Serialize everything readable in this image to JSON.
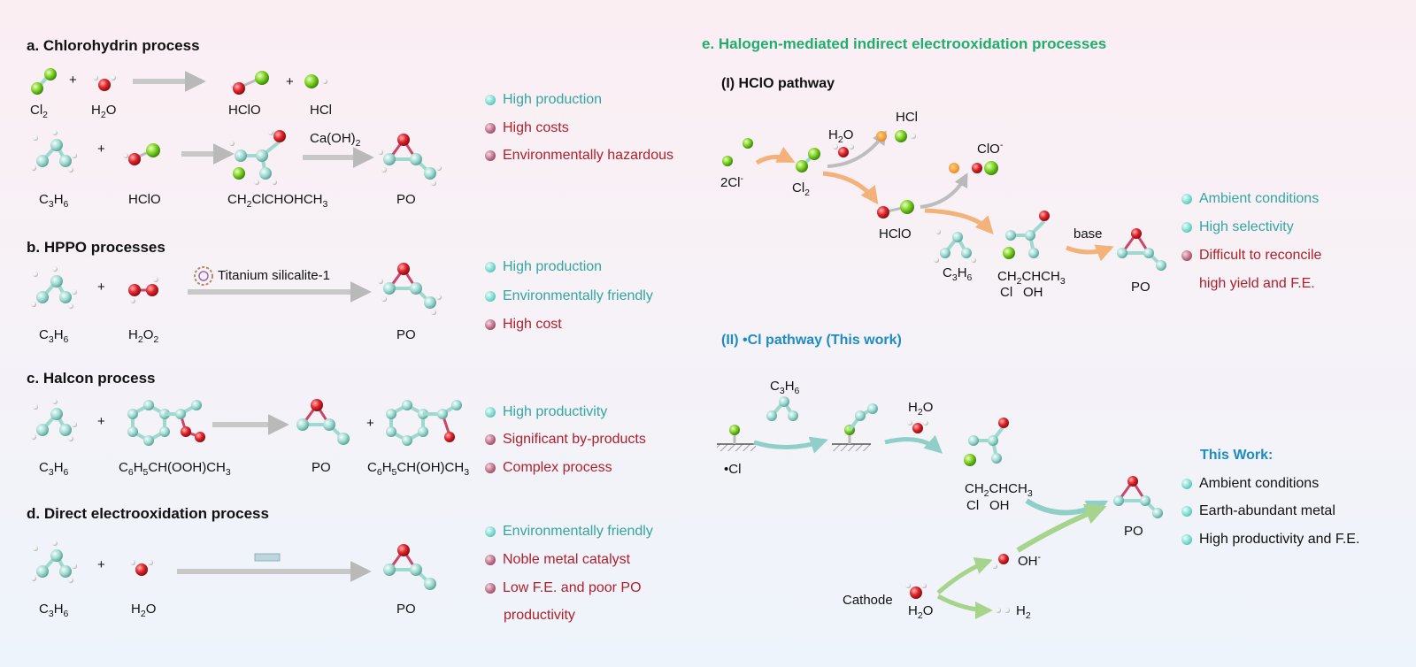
{
  "sections": {
    "a": {
      "title": "a. Chlorohydrin process",
      "labels": {
        "cl2": "Cl",
        "cl2_sub": "2",
        "h2o": "H",
        "h2o_sub": "2",
        "h2o_tail": "O",
        "hclo": "HClO",
        "hcl": "HCl",
        "c3h6_1": "C",
        "c3h6_sub1": "3",
        "c3h6_2": "H",
        "c3h6_sub2": "6",
        "hclo2": "HClO",
        "chc_1": "CH",
        "chc_sub": "2",
        "chc_2": "ClCHOHCH",
        "chc_sub2": "3",
        "po": "PO",
        "caoh": "Ca(OH)",
        "caoh_sub": "2"
      },
      "points": [
        {
          "text": "High production",
          "tone": "teal"
        },
        {
          "text": "High costs",
          "tone": "red"
        },
        {
          "text": "Environmentally hazardous",
          "tone": "red"
        }
      ]
    },
    "b": {
      "title": "b. HPPO processes",
      "labels": {
        "c3h6_1": "C",
        "c3h6_sub1": "3",
        "c3h6_2": "H",
        "c3h6_sub2": "6",
        "h2o2_1": "H",
        "h2o2_sub1": "2",
        "h2o2_2": "O",
        "h2o2_sub2": "2",
        "po": "PO",
        "catalyst": "Titanium silicalite-1"
      },
      "points": [
        {
          "text": "High production",
          "tone": "teal"
        },
        {
          "text": "Environmentally friendly",
          "tone": "teal"
        },
        {
          "text": "High cost",
          "tone": "red"
        }
      ]
    },
    "c": {
      "title": "c. Halcon process",
      "labels": {
        "c3h6_1": "C",
        "c3h6_sub1": "3",
        "c3h6_2": "H",
        "c3h6_sub2": "6",
        "eb_1": "C",
        "eb_sub1": "6",
        "eb_2": "H",
        "eb_sub2": "5",
        "eb_3": "CH(OOH)CH",
        "eb_sub3": "3",
        "po": "PO",
        "pe_1": "C",
        "pe_sub1": "6",
        "pe_2": "H",
        "pe_sub2": "5",
        "pe_3": "CH(OH)CH",
        "pe_sub3": "3"
      },
      "points": [
        {
          "text": "High productivity",
          "tone": "teal"
        },
        {
          "text": "Significant by-products",
          "tone": "red"
        },
        {
          "text": "Complex process",
          "tone": "red"
        }
      ]
    },
    "d": {
      "title": "d. Direct electrooxidation process",
      "labels": {
        "c3h6_1": "C",
        "c3h6_sub1": "3",
        "c3h6_2": "H",
        "c3h6_sub2": "6",
        "h2o_1": "H",
        "h2o_sub": "2",
        "h2o_2": "O",
        "po": "PO"
      },
      "points": [
        {
          "text": "Environmentally friendly",
          "tone": "teal"
        },
        {
          "text": "Noble metal catalyst",
          "tone": "red"
        },
        {
          "text": "Low F.E. and poor PO",
          "tone": "red"
        },
        {
          "text": "productivity",
          "tone": "red"
        }
      ]
    },
    "e": {
      "title": "e. Halogen-mediated indirect electrooxidation processes",
      "pathway1": {
        "title": "(I) HClO pathway",
        "labels": {
          "cl_minus": "2Cl",
          "minus": "-",
          "cl2_1": "Cl",
          "cl2_sub": "2",
          "h2o_1": "H",
          "h2o_sub": "2",
          "h2o_2": "O",
          "hcl": "HCl",
          "clo": "ClO",
          "clo_minus": "-",
          "hclo": "HClO",
          "c3h6_1": "C",
          "c3h6_sub1": "3",
          "c3h6_2": "H",
          "c3h6_sub2": "6",
          "chlorohydrin_top_1": "CH",
          "chlorohydrin_top_sub": "2",
          "chlorohydrin_top_2": "CHCH",
          "chlorohydrin_top_sub2": "3",
          "chlorohydrin_cl": "Cl",
          "chlorohydrin_oh": "OH",
          "base": "base",
          "po": "PO"
        },
        "points": [
          {
            "text": "Ambient conditions",
            "tone": "teal"
          },
          {
            "text": "High selectivity",
            "tone": "teal"
          },
          {
            "text": "Difficult to reconcile",
            "tone": "red"
          },
          {
            "text": "high yield and F.E.",
            "tone": "red"
          }
        ]
      },
      "pathway2": {
        "title": "(II) •Cl pathway (This work)",
        "labels": {
          "c3h6_1": "C",
          "c3h6_sub1": "3",
          "c3h6_2": "H",
          "c3h6_sub2": "6",
          "cl_radical": "•Cl",
          "h2o_1": "H",
          "h2o_sub": "2",
          "h2o_2": "O",
          "chlorohydrin_top_1": "CH",
          "chlorohydrin_top_sub": "2",
          "chlorohydrin_top_2": "CHCH",
          "chlorohydrin_top_sub2": "3",
          "chlorohydrin_cl": "Cl",
          "chlorohydrin_oh": "OH",
          "oh_minus": "OH",
          "minus": "-",
          "cathode": "Cathode",
          "h2o_b1": "H",
          "h2o_bsub": "2",
          "h2o_b2": "O",
          "h2_1": "H",
          "h2_sub": "2",
          "po": "PO"
        },
        "this_work_title": "This Work:",
        "points": [
          {
            "text": "Ambient conditions",
            "tone": "teal"
          },
          {
            "text": "Earth-abundant metal",
            "tone": "teal"
          },
          {
            "text": "High productivity and F.E.",
            "tone": "teal"
          }
        ]
      }
    }
  },
  "colors": {
    "teal_text": "#33a69e",
    "red_text": "#b0202a",
    "green_title": "#1fae6e",
    "blue_title": "#1d8bc4",
    "carbon": "#9fd8cf",
    "hydrogen": "#e9e9e9",
    "oxygen": "#e0232a",
    "chlorine": "#7ed321"
  }
}
